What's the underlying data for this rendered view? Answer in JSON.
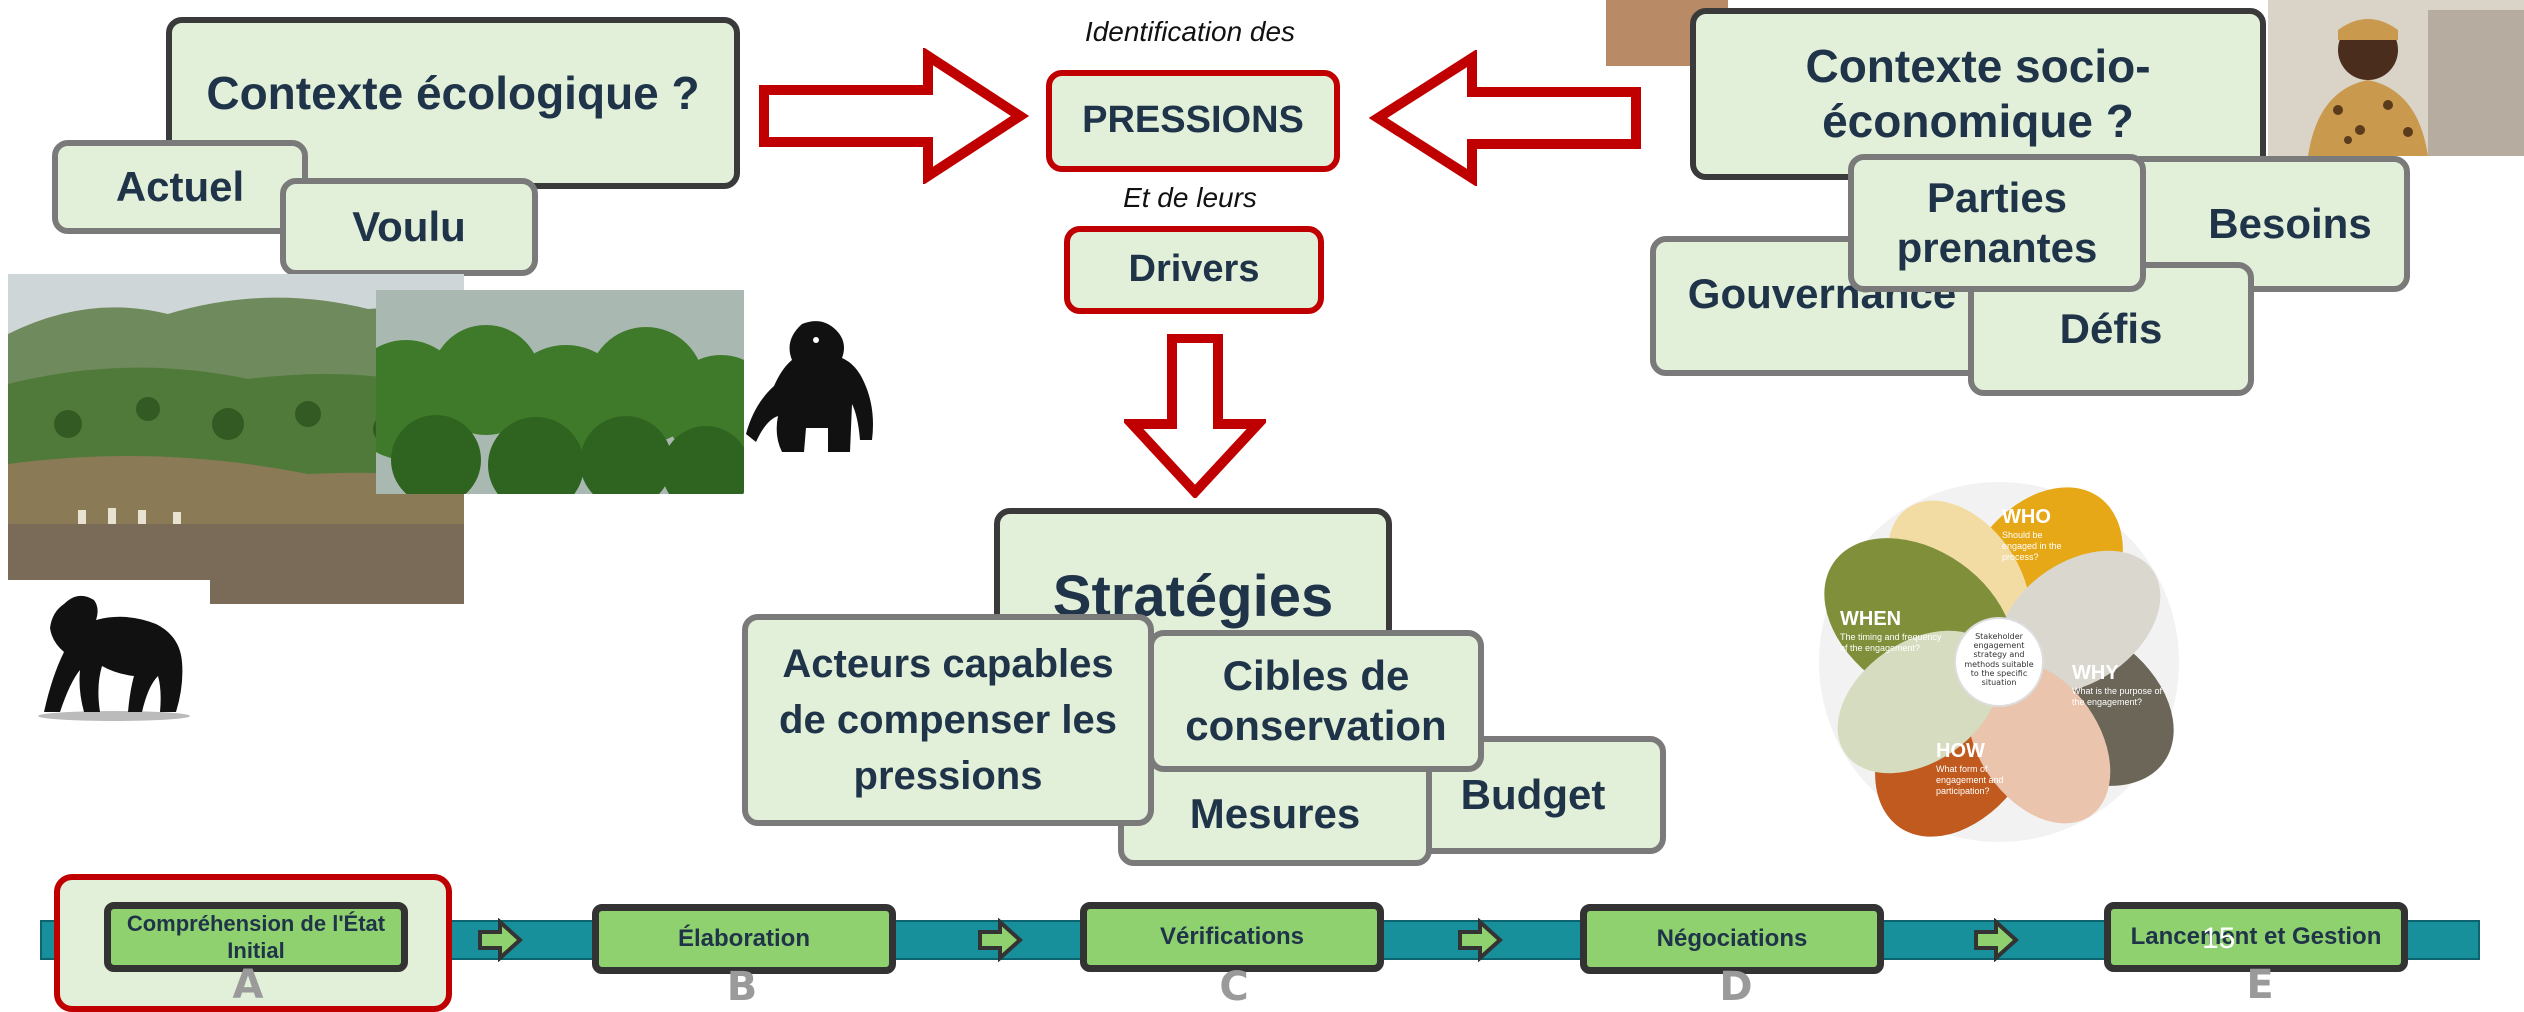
{
  "left": {
    "title": "Contexte écologique ?",
    "current": "Actuel",
    "desired": "Voulu"
  },
  "center": {
    "identification_label": "Identification des",
    "pressures": "PRESSIONS",
    "and_their_label": "Et de leurs",
    "drivers": "Drivers"
  },
  "right": {
    "title": "Contexte socio-économique ?",
    "stakeholders": "Parties prenantes",
    "needs": "Besoins",
    "governance": "Gouvernance",
    "challenges": "Défis"
  },
  "strategies": {
    "title": "Stratégies",
    "actors": "Acteurs capables de compenser les pressions",
    "targets": "Cibles de conservation",
    "measures": "Mesures",
    "budget": "Budget"
  },
  "engagement_wheel": {
    "center": "Stakeholder engagement strategy and methods suitable to the specific situation",
    "who_title": "WHO",
    "who_text": "Should be engaged in the process?",
    "why_title": "WHY",
    "why_text": "What is the purpose of the engagement?",
    "how_title": "HOW",
    "how_text": "What form of engagement and participation?",
    "when_title": "WHEN",
    "when_text": "The timing and frequency of the engagement?",
    "colors": {
      "who": "#e6a817",
      "why": "#6b6658",
      "how": "#c05a1f",
      "when": "#7f8f3a"
    }
  },
  "timeline": {
    "steps": [
      {
        "label": "Compréhension de l'État Initial",
        "letter": "A"
      },
      {
        "label": "Élaboration",
        "letter": "B"
      },
      {
        "label": "Vérifications",
        "letter": "C"
      },
      {
        "label": "Négociations",
        "letter": "D"
      },
      {
        "label": "Lancement et Gestion",
        "letter": "E"
      }
    ],
    "active_step": "A",
    "page_number": "15"
  },
  "colors": {
    "box_fill": "#e2efd9",
    "box_text": "#1f3349",
    "accent_red": "#c00000",
    "timeline_bar": "#17909c",
    "step_fill": "#8fd16f"
  }
}
